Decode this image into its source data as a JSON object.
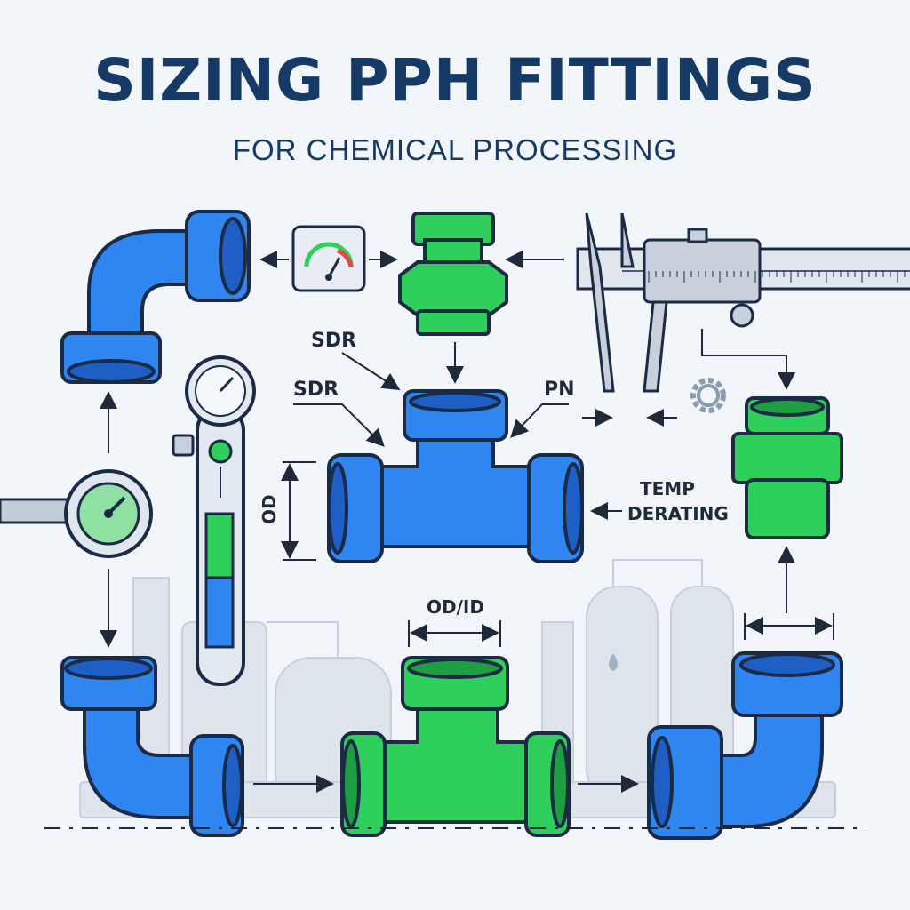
{
  "header": {
    "title": "SIZING PPH FITTINGS",
    "subtitle": "FOR CHEMICAL PROCESSING"
  },
  "labels": {
    "sdr_top": "SDR",
    "sdr_mid": "SDR",
    "pn": "PN",
    "od": "OD",
    "od_id": "OD/ID",
    "temp": "TEMP",
    "derating": "DERATING"
  },
  "colors": {
    "background": "#f2f6fa",
    "title": "#163a66",
    "pipe_blue": "#2f86f0",
    "pipe_blue_dark": "#1d5fc4",
    "fitting_green": "#2ecf5a",
    "fitting_green_dark": "#1e9e40",
    "outline": "#1b2b45",
    "background_plant": "#d9e1ea"
  }
}
